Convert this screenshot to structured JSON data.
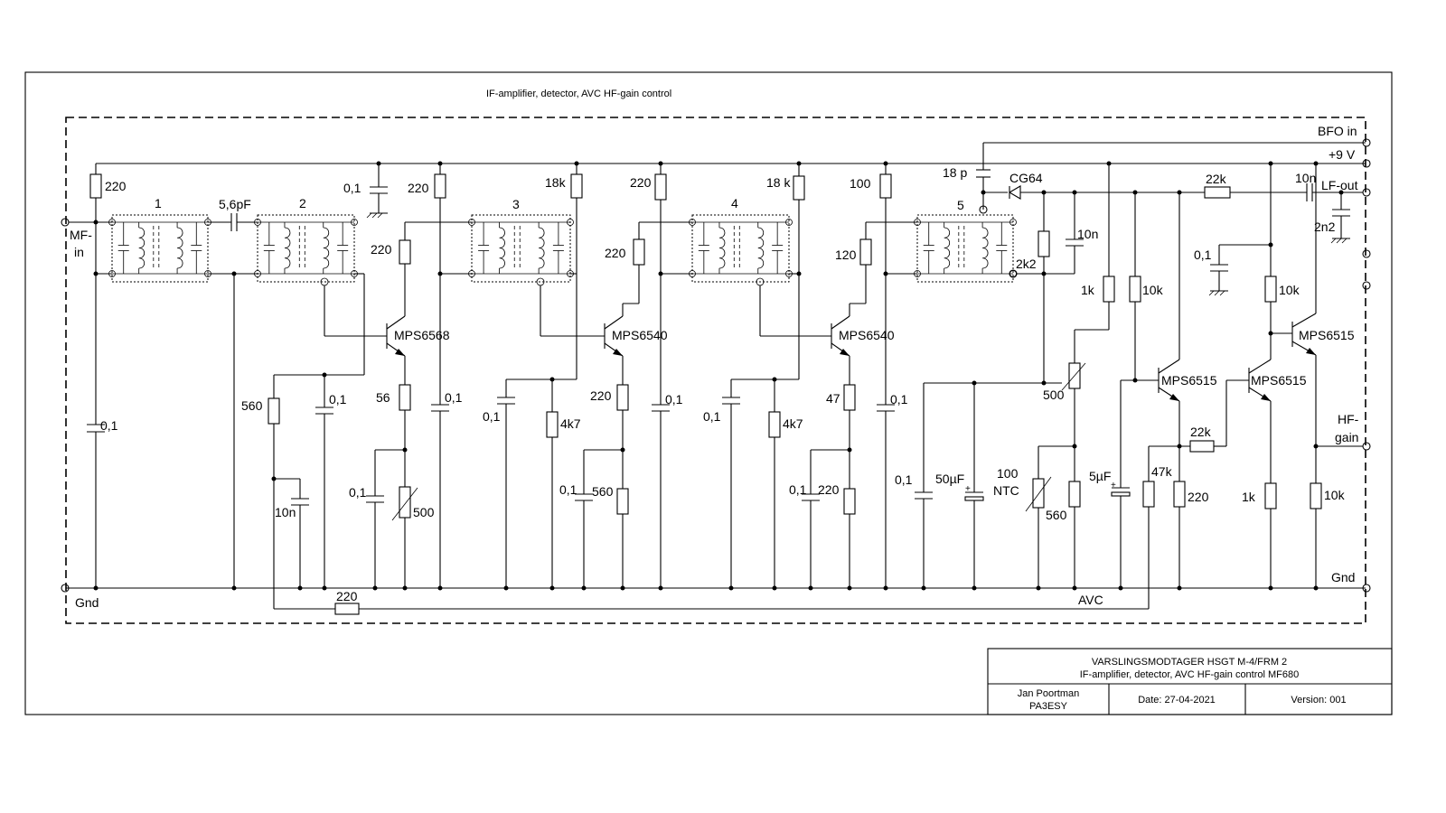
{
  "title": "IF-amplifier, detector, AVC  HF-gain control",
  "terminals": {
    "mf_in": "MF-",
    "mf_in2": "in",
    "gnd_left": "Gnd",
    "gnd_right": "Gnd",
    "bfo_in": "BFO in",
    "plus9v": "+9 V",
    "lf_out": "LF-out",
    "hf_gain": "HF-",
    "hf_gain2": "gain",
    "avc": "AVC"
  },
  "filters": [
    "1",
    "2",
    "3",
    "4",
    "5"
  ],
  "transistors": {
    "q1": "MPS6568",
    "q2": "MPS6540",
    "q3": "MPS6540",
    "q4": "MPS6515",
    "q5": "MPS6515",
    "q6": "MPS6515"
  },
  "diode": "CG64",
  "components": {
    "r220_in": "220",
    "c01_in": "0,1",
    "c56pf": "5,6pF",
    "c01_top1": "0,1",
    "r220_top1": "220",
    "r220_b1": "220",
    "r560_a": "560",
    "c01_a": "0,1",
    "c10n_a": "10n",
    "r56": "56",
    "c01_e1": "0,1",
    "pot500_1": "500",
    "c01_mid1": "0,1",
    "r18k_1": "18k",
    "c01_b2": "0,1",
    "r4k7_1": "4k7",
    "r220_top2": "220",
    "r220_b2": "220",
    "r220_e2": "220",
    "c01_e2": "0,1",
    "r560_e2": "560",
    "c01_mid2": "0,1",
    "r18k_2": "18 k",
    "c01_b3": "0,1",
    "r4k7_2": "4k7",
    "r100_top": "100",
    "r120": "120",
    "r47": "47",
    "c01_e3": "0,1",
    "r220_e3": "220",
    "c01_mid3": "0,1",
    "c18p": "18 p",
    "r2k2": "2k2",
    "c10n_det": "10n",
    "r1k_a": "1k",
    "r10k_a": "10k",
    "pot500_2": "500",
    "c01_avc": "0,1",
    "c50u": "50µF",
    "ntc": "100",
    "ntc2": "NTC",
    "r560_ntc": "560",
    "c5u": "5µF",
    "r47k": "47k",
    "r220_q4": "220",
    "r22k_mid": "22k",
    "r22k_top": "22k",
    "c10n_out": "10n",
    "c2n2": "2n2",
    "c01_right": "0,1",
    "r10k_b": "10k",
    "r1k_b": "1k",
    "r10k_c": "10k",
    "r220_avc": "220"
  },
  "titleblock": {
    "line1": "VARSLINGSMODTAGER HSGT M-4/FRM 2",
    "line2": "IF-amplifier, detector, AVC  HF-gain control  MF680",
    "author": "Jan Poortman",
    "callsign": "PA3ESY",
    "date": "Date: 27-04-2021",
    "version": "Version: 001"
  }
}
